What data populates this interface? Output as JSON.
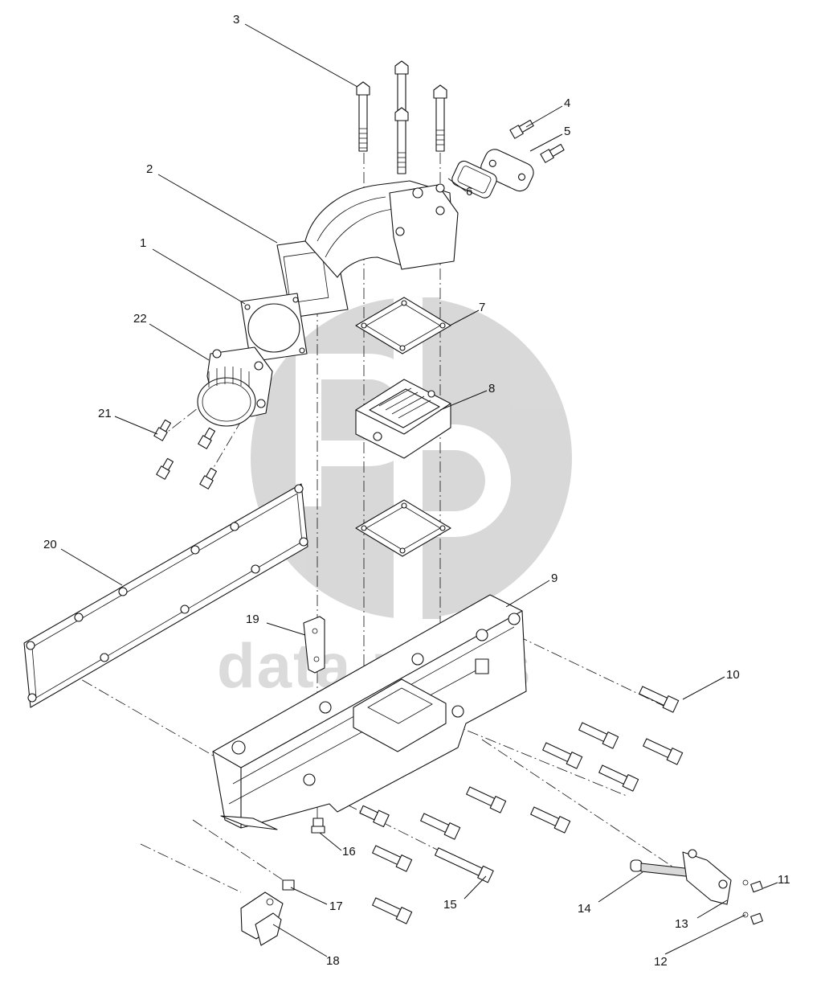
{
  "diagram": {
    "watermark": {
      "text": "data parts",
      "color": "#cfcfcf"
    },
    "callouts": [
      {
        "id": "c1",
        "label": "1"
      },
      {
        "id": "c2",
        "label": "2"
      },
      {
        "id": "c3",
        "label": "3"
      },
      {
        "id": "c4",
        "label": "4"
      },
      {
        "id": "c5",
        "label": "5"
      },
      {
        "id": "c6",
        "label": "6"
      },
      {
        "id": "c7",
        "label": "7"
      },
      {
        "id": "c8",
        "label": "8"
      },
      {
        "id": "c9",
        "label": "9"
      },
      {
        "id": "c10",
        "label": "10"
      },
      {
        "id": "c11",
        "label": "11"
      },
      {
        "id": "c12",
        "label": "12"
      },
      {
        "id": "c13",
        "label": "13"
      },
      {
        "id": "c14",
        "label": "14"
      },
      {
        "id": "c15",
        "label": "15"
      },
      {
        "id": "c16",
        "label": "16"
      },
      {
        "id": "c17",
        "label": "17"
      },
      {
        "id": "c18",
        "label": "18"
      },
      {
        "id": "c19",
        "label": "19"
      },
      {
        "id": "c20",
        "label": "20"
      },
      {
        "id": "c21",
        "label": "21"
      },
      {
        "id": "c22",
        "label": "22"
      }
    ]
  }
}
